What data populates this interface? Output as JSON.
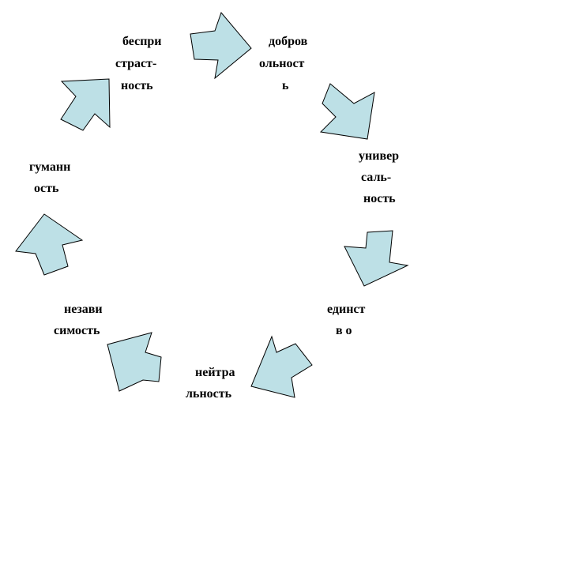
{
  "colors": {
    "arrow_fill": "#bde0e6",
    "arrow_stroke": "#000000",
    "text": "#000000"
  },
  "arrows": [
    {
      "icon": "arrow-right-icon"
    },
    {
      "icon": "arrow-down-right-icon"
    },
    {
      "icon": "arrow-down-icon"
    },
    {
      "icon": "arrow-down-left-icon"
    },
    {
      "icon": "arrow-left-icon"
    },
    {
      "icon": "arrow-up-left-icon"
    },
    {
      "icon": "arrow-up-icon"
    }
  ],
  "labels": [
    {
      "id": "bespristrastnost",
      "lines": [
        "беспри",
        "страст-",
        "ность"
      ]
    },
    {
      "id": "dobrovolnost",
      "lines": [
        "добров",
        "ольност",
        "ь"
      ]
    },
    {
      "id": "universalnost",
      "lines": [
        "универ",
        "саль-",
        "ность"
      ]
    },
    {
      "id": "edinstvo",
      "lines": [
        "единст",
        "во"
      ]
    },
    {
      "id": "neytralnost",
      "lines": [
        "нейтра",
        "льность"
      ]
    },
    {
      "id": "nezavisimost",
      "lines": [
        "незави",
        "симость"
      ]
    },
    {
      "id": "gumannost",
      "lines": [
        "гуманн",
        "ость"
      ]
    }
  ]
}
